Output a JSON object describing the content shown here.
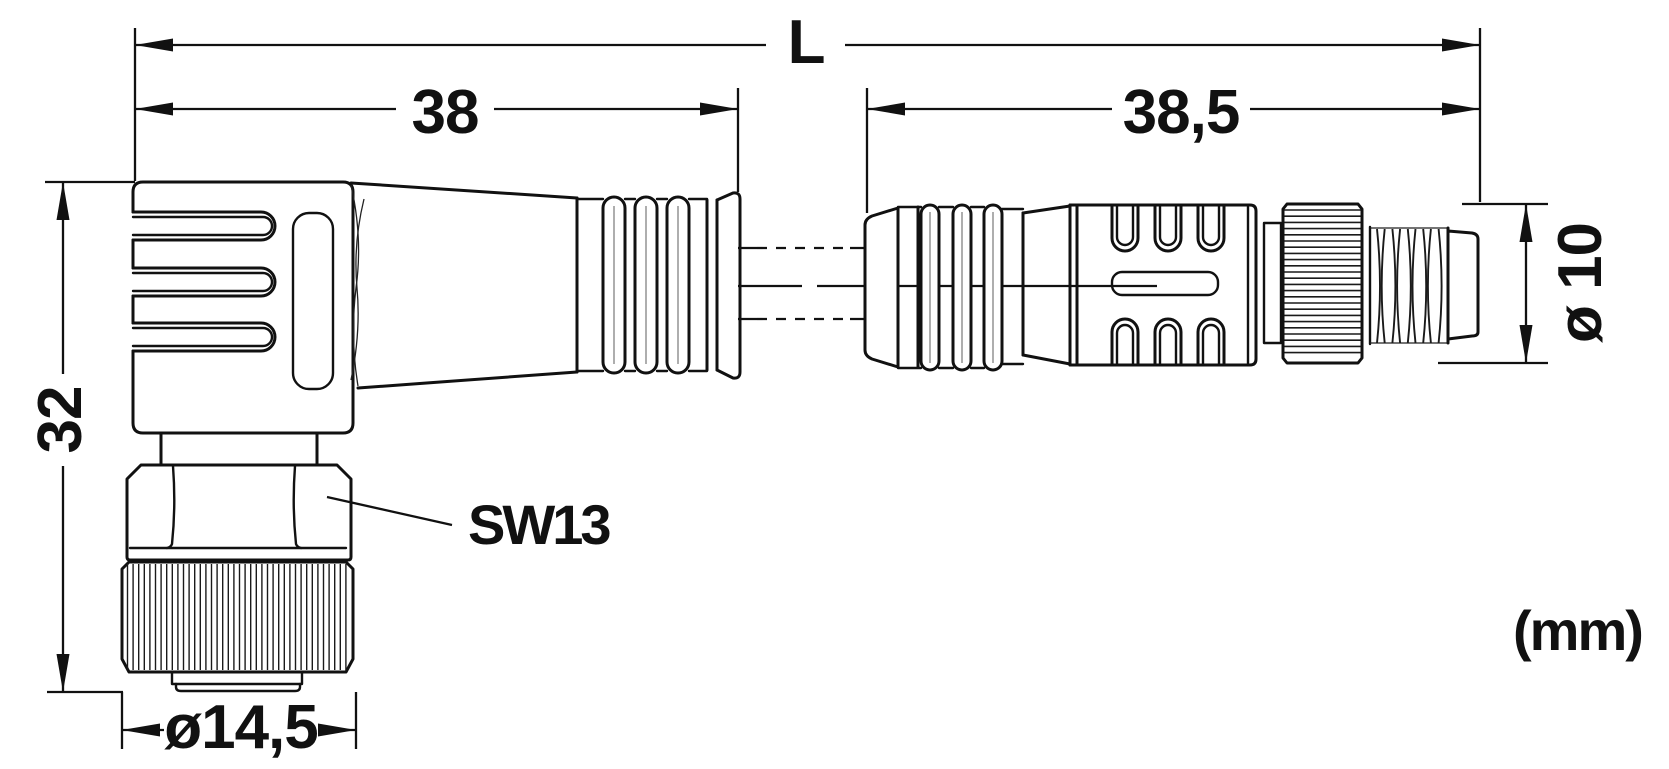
{
  "drawing": {
    "labels": {
      "total_length": "L",
      "left_connector_length": "38",
      "right_connector_length": "38,5",
      "left_connector_height": "32",
      "right_connector_diameter": "ø 10",
      "coupling_nut_diameter": "ø14,5",
      "wrench_size": "SW13",
      "unit": "(mm)"
    }
  }
}
